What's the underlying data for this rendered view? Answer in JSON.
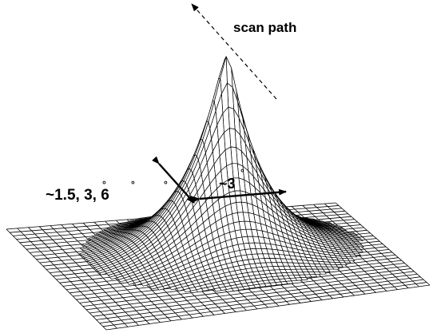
{
  "labels": {
    "scan_path": "scan path",
    "widths": "~1.5, 3, 6",
    "width_center": "~3"
  },
  "colors": {
    "ink": "#000000",
    "background": "#ffffff"
  },
  "shape": "gaussian-like peaked surface over a flat grid"
}
